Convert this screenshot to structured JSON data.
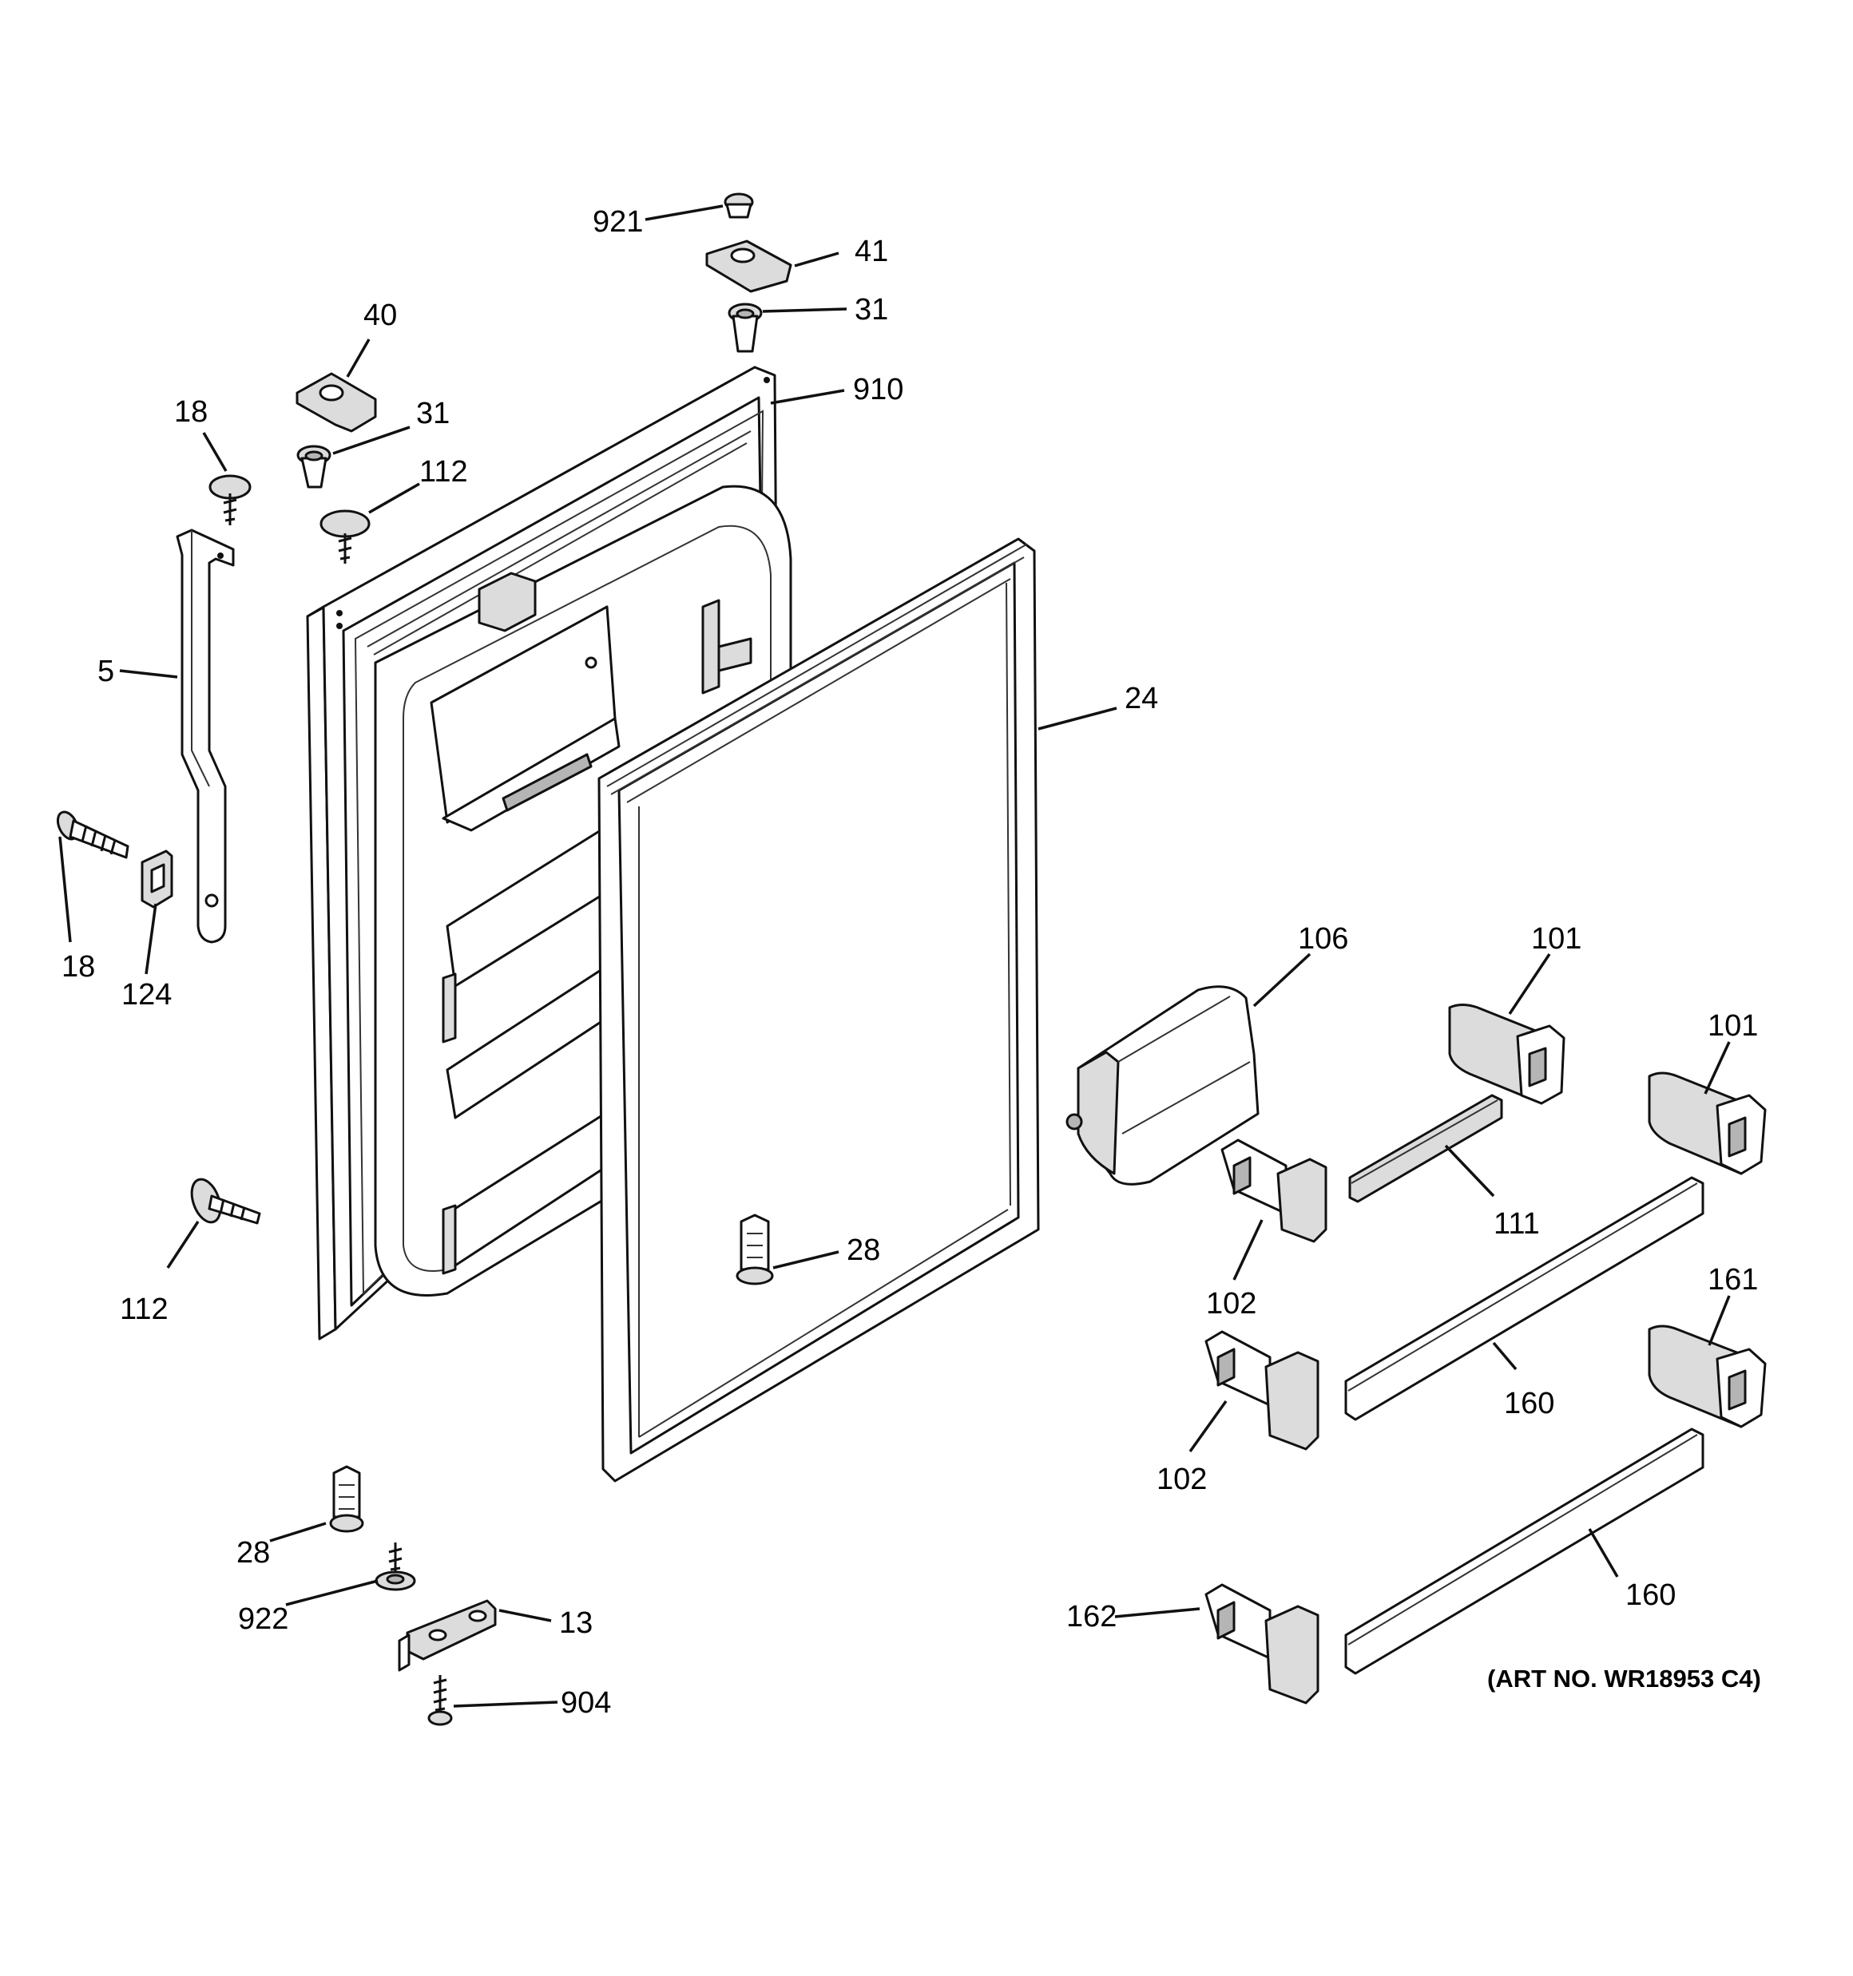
{
  "callouts": {
    "c921": "921",
    "c41": "41",
    "c31_top": "31",
    "c40": "40",
    "c910": "910",
    "c18_top": "18",
    "c31_left": "31",
    "c112_top": "112",
    "c5": "5",
    "c24": "24",
    "c18_bottom": "18",
    "c124": "124",
    "c106": "106",
    "c101_a": "101",
    "c101_b": "101",
    "c111": "111",
    "c102_a": "102",
    "c112_bottom": "112",
    "c28_center": "28",
    "c161": "161",
    "c160_a": "160",
    "c102_b": "102",
    "c28_bottom": "28",
    "c922": "922",
    "c13": "13",
    "c160_b": "160",
    "c162": "162",
    "c904": "904"
  },
  "art_number": "(ART NO. WR18953 C4)"
}
